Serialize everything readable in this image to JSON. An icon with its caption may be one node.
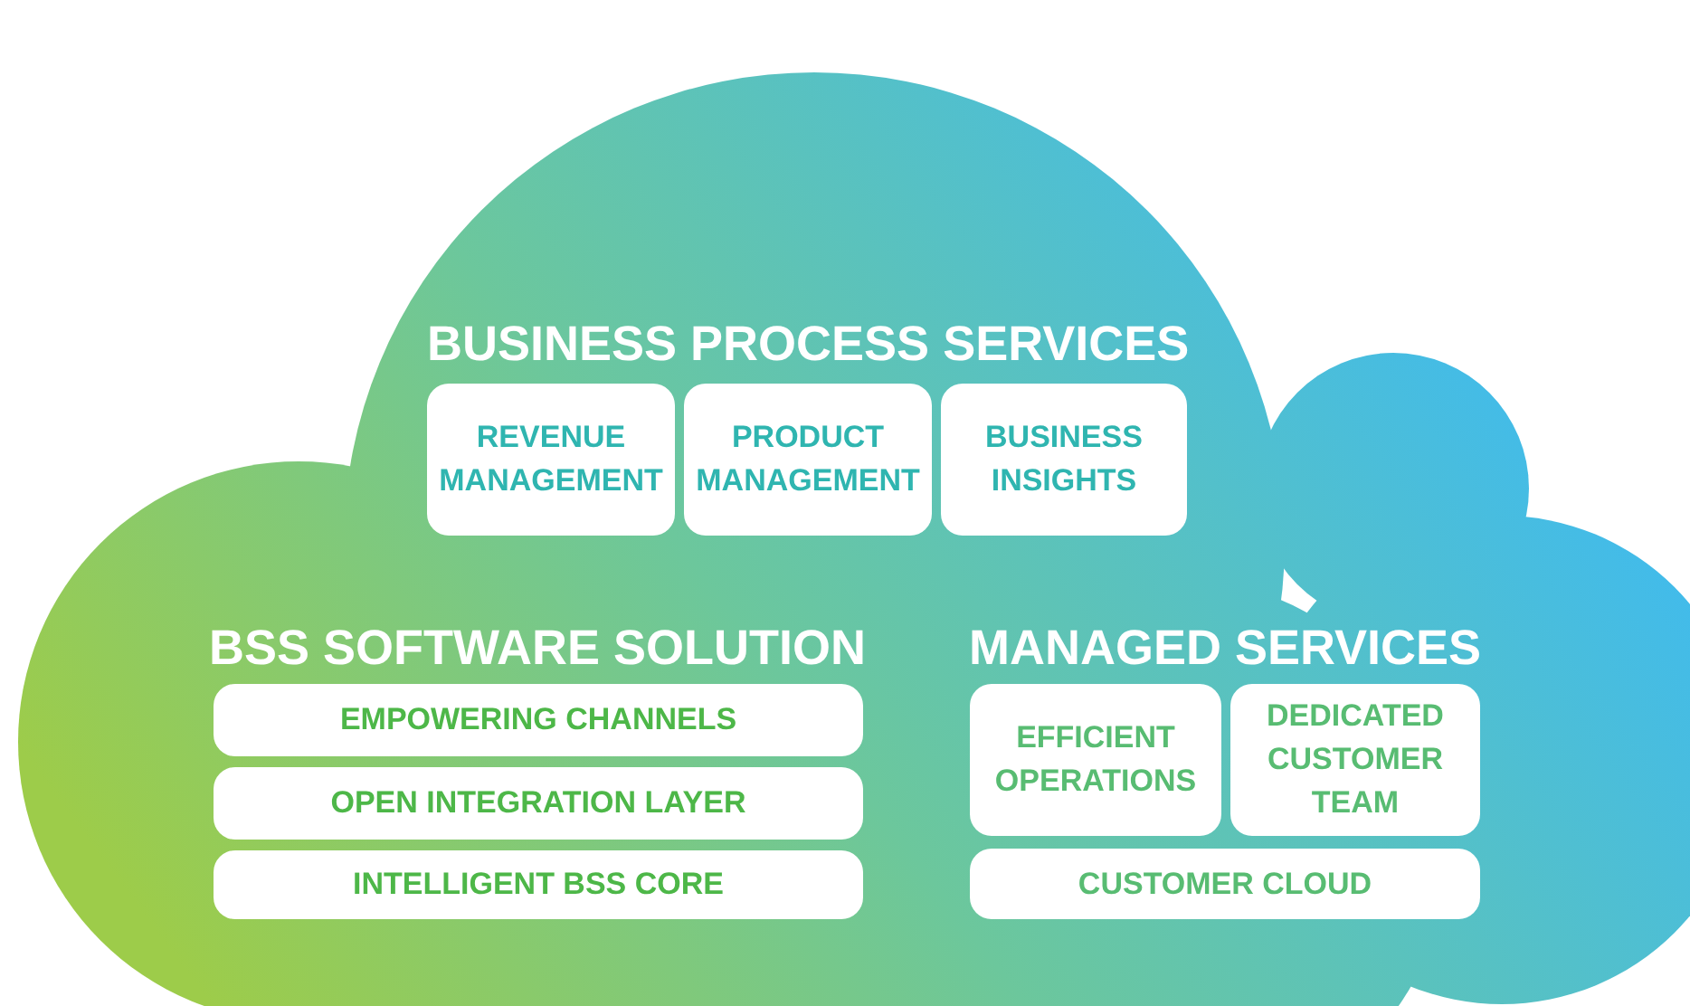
{
  "diagram": {
    "nodes": [
      {
        "text": [
          "REVENUE MANAGEMENT"
        ]
      },
      {
        "text": [
          "PRODUCT MANAGEMENT"
        ]
      },
      {
        "text": [
          "BUSINESS INSIGHTS"
        ]
      },
      {
        "text": [
          "EMPOWERING CHANNELS"
        ]
      },
      {
        "text": [
          "EFFICIENT OPERATIONS"
        ]
      },
      {
        "text": [
          "DEDICATED CUSTOMER TEAM"
        ]
      },
      {
        "text": [
          "OPEN INTEGRATION LAYER"
        ]
      },
      {
        "text": [
          "INTELLIGENT BSS CORE"
        ]
      },
      {
        "text": [
          "CUSTOMER CLOUD"
        ]
      }
    ],
    "labels": [
      "BUSINESS PROCESS SERVICES",
      "BSS SOFTWARE SOLUTION",
      "MANAGED SERVICES"
    ]
  }
}
